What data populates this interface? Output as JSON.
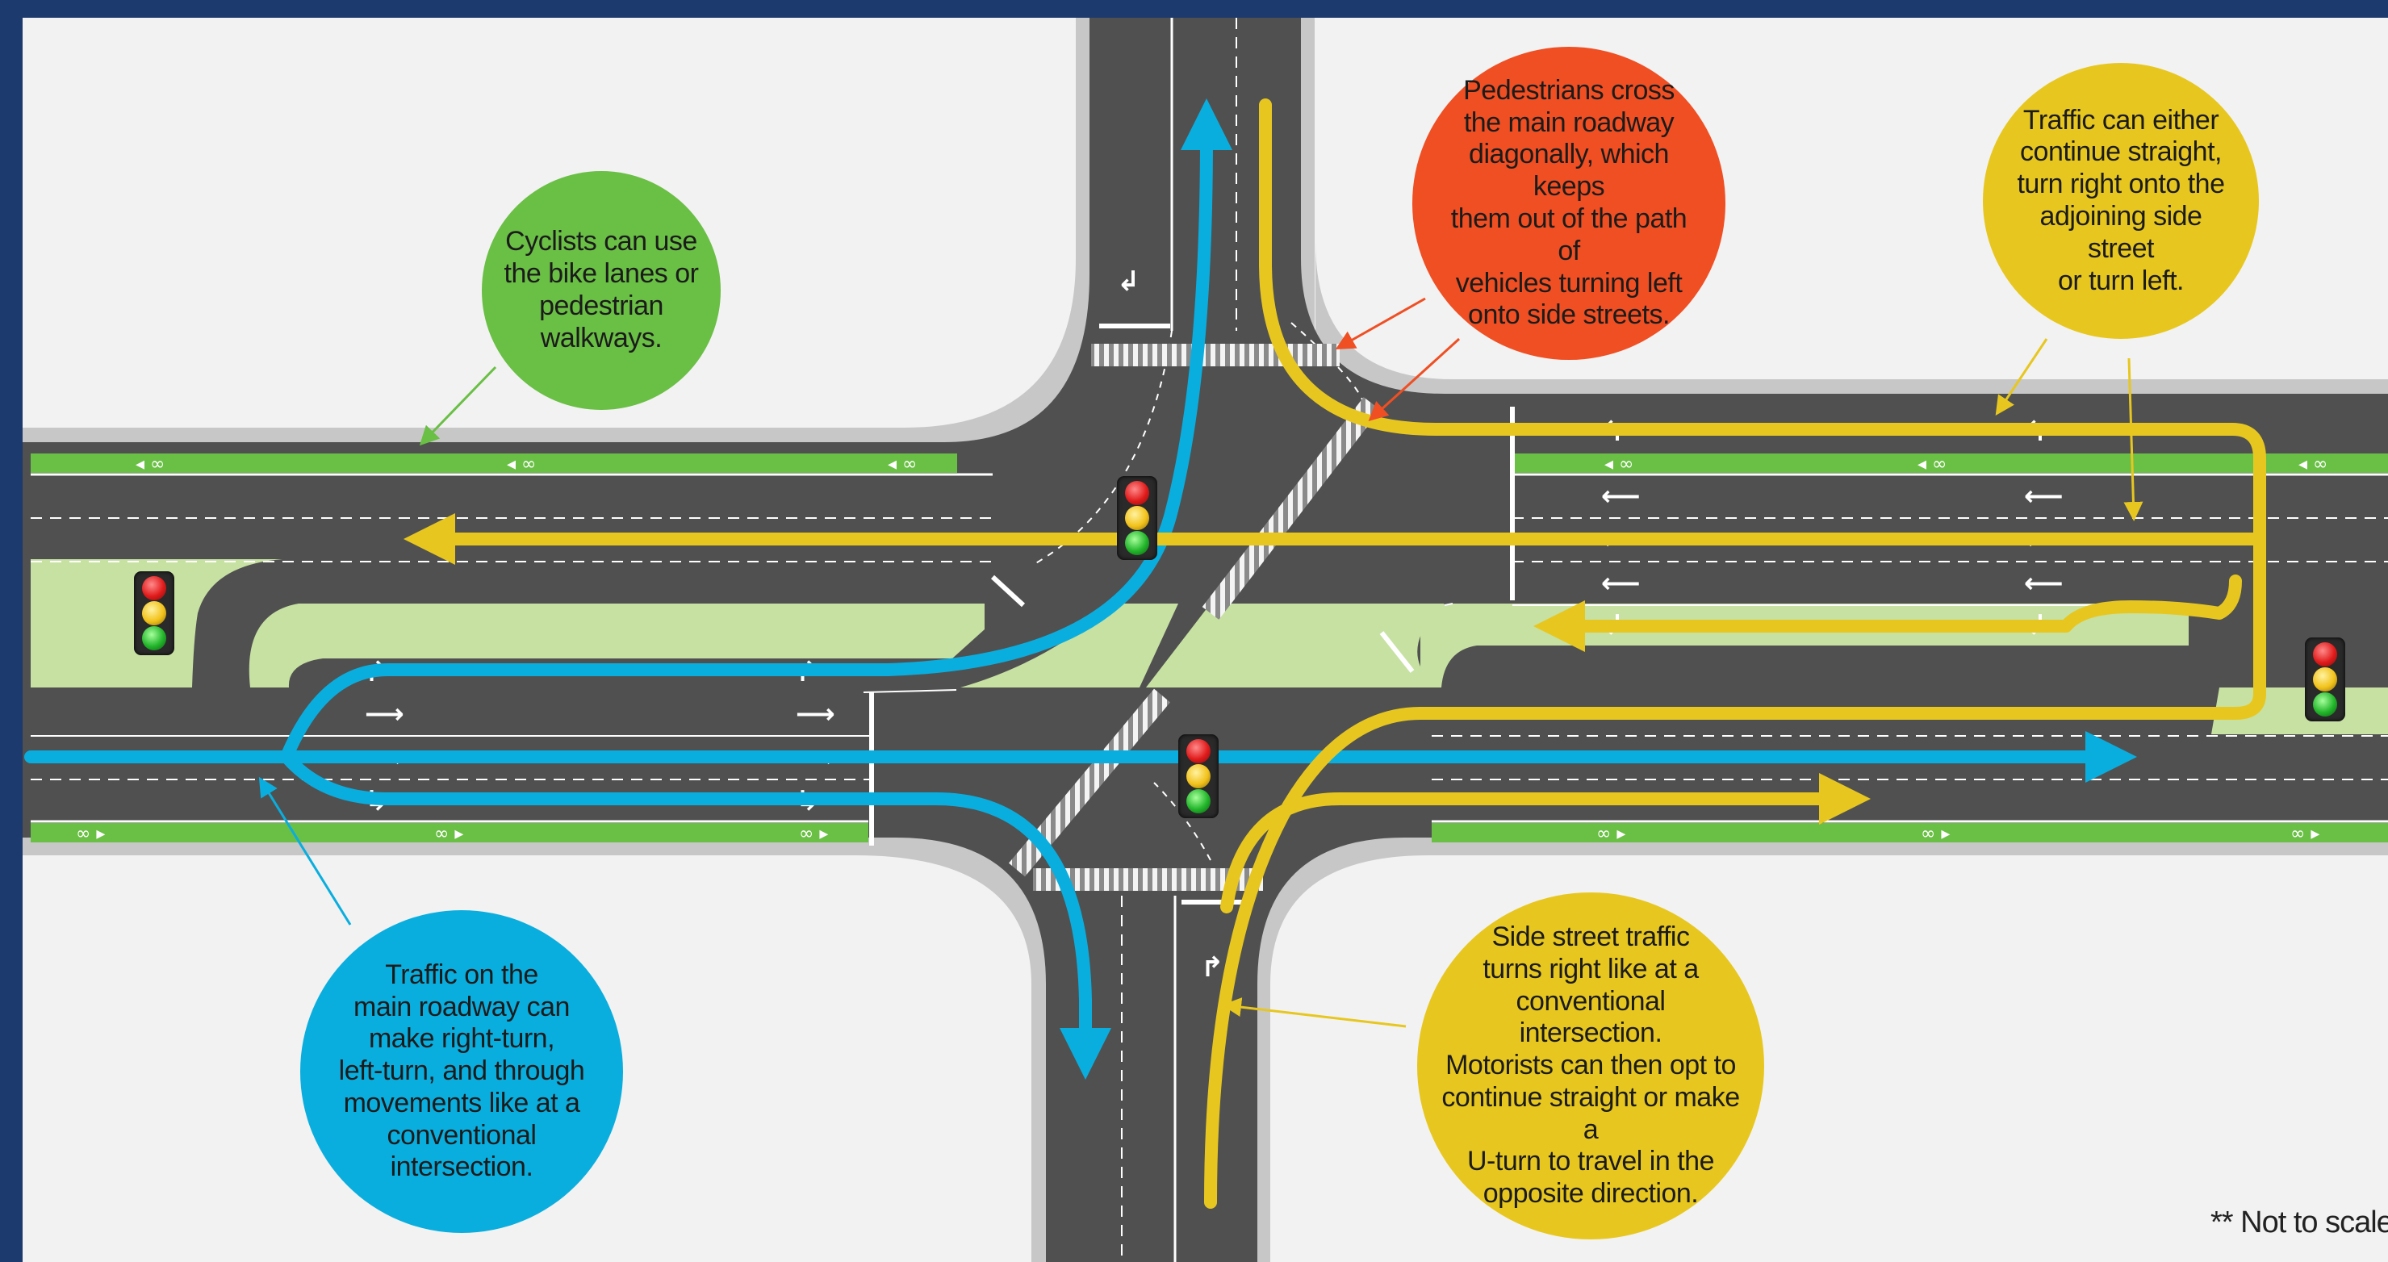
{
  "callouts": {
    "cyclists": [
      "Cyclists can use",
      "the bike lanes or",
      "pedestrian",
      "walkways."
    ],
    "pedestrians": [
      "Pedestrians cross",
      "the main roadway",
      "diagonally, which keeps",
      "them out of the path of",
      "vehicles turning left",
      "onto side streets."
    ],
    "traffic_either": [
      "Traffic can either",
      "continue straight,",
      "turn right onto the",
      "adjoining side street",
      "or turn left."
    ],
    "main_roadway": [
      "Traffic on the",
      "main roadway can",
      "make right-turn,",
      "left-turn, and through",
      "movements like at a",
      "conventional",
      "intersection."
    ],
    "side_street": [
      "Side street traffic",
      "turns right like at a",
      "conventional intersection.",
      "Motorists can then opt to",
      "continue straight or make a",
      "U-turn to travel in the",
      "opposite direction."
    ]
  },
  "note": "** Not to scale",
  "colors": {
    "frame": "#1d3a6e",
    "ground": "#f2f2f2",
    "asphalt": "#505050",
    "curb": "#c7c7c7",
    "median": "#c7e1a3",
    "bike_lane": "#6abf45",
    "path_blue": "#0aaede",
    "path_yellow": "#e7c71f",
    "callout_red": "#ef4f23"
  },
  "icons": [
    "traffic-light-icon",
    "bicycle-icon",
    "lane-arrow-icon",
    "crosswalk"
  ]
}
